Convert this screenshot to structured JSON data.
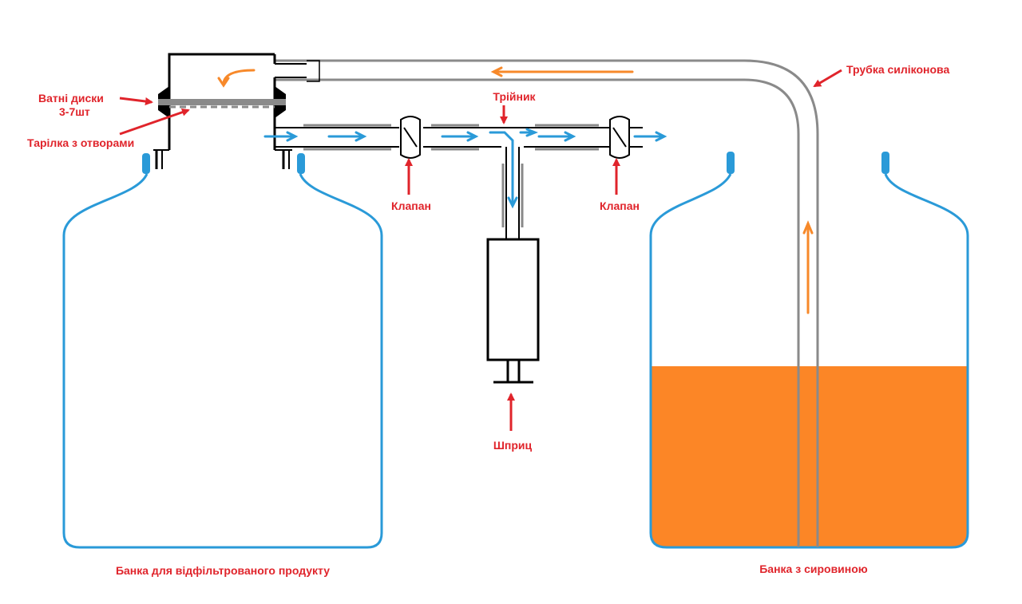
{
  "colors": {
    "label": "#e0242b",
    "jar": "#2a9ad8",
    "liquid": "#fc8626",
    "tube": "#8a8a8a",
    "filter": "#000000",
    "flow_blue": "#2a9ad8",
    "flow_orange": "#f7892a"
  },
  "labels": {
    "cotton_pads": "Ватні диски",
    "cotton_pads_count": "3-7шт",
    "perforated_plate": "Тарілка з отворами",
    "tee": "Трійник",
    "valve_left": "Клапан",
    "valve_right": "Клапан",
    "syringe": "Шприц",
    "silicone_tube": "Трубка силіконова",
    "jar_filtered": "Банка для відфільтрованого продукту",
    "jar_raw": "Банка з сировиною"
  },
  "diagram": {
    "raw_jar_fill_level": 0.43
  }
}
